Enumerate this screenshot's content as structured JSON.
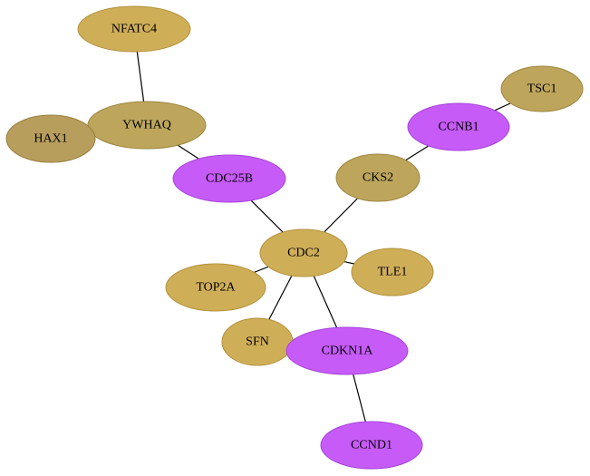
{
  "colors": {
    "gold": "#cfae58",
    "gold_stroke": "#b3923d",
    "khaki": "#bda65c",
    "khaki_stroke": "#9d8640",
    "olive": "#b89e5c",
    "olive_stroke": "#977d3d",
    "purple": "#c65bf8",
    "purple_stroke": "#a646d8"
  },
  "nodes": [
    {
      "id": "NFATC4",
      "label": "NFATC4",
      "color": "gold"
    },
    {
      "id": "YWHAQ",
      "label": "YWHAQ",
      "color": "khaki"
    },
    {
      "id": "HAX1",
      "label": "HAX1",
      "color": "olive"
    },
    {
      "id": "CDC25B",
      "label": "CDC25B",
      "color": "purple"
    },
    {
      "id": "TSC1",
      "label": "TSC1",
      "color": "khaki"
    },
    {
      "id": "CCNB1",
      "label": "CCNB1",
      "color": "purple"
    },
    {
      "id": "CKS2",
      "label": "CKS2",
      "color": "khaki"
    },
    {
      "id": "CDC2",
      "label": "CDC2",
      "color": "gold"
    },
    {
      "id": "TLE1",
      "label": "TLE1",
      "color": "gold"
    },
    {
      "id": "TOP2A",
      "label": "TOP2A",
      "color": "gold"
    },
    {
      "id": "SFN",
      "label": "SFN",
      "color": "gold"
    },
    {
      "id": "CDKN1A",
      "label": "CDKN1A",
      "color": "purple"
    },
    {
      "id": "CCND1",
      "label": "CCND1",
      "color": "purple"
    }
  ],
  "edges": [
    {
      "source": "NFATC4",
      "target": "YWHAQ"
    },
    {
      "source": "YWHAQ",
      "target": "HAX1"
    },
    {
      "source": "YWHAQ",
      "target": "CDC25B"
    },
    {
      "source": "CDC25B",
      "target": "CDC2"
    },
    {
      "source": "TSC1",
      "target": "CCNB1"
    },
    {
      "source": "CCNB1",
      "target": "CKS2"
    },
    {
      "source": "CKS2",
      "target": "CDC2"
    },
    {
      "source": "CDC2",
      "target": "TLE1"
    },
    {
      "source": "CDC2",
      "target": "TOP2A"
    },
    {
      "source": "CDC2",
      "target": "SFN"
    },
    {
      "source": "CDC2",
      "target": "CDKN1A"
    },
    {
      "source": "CDKN1A",
      "target": "CCND1"
    }
  ]
}
